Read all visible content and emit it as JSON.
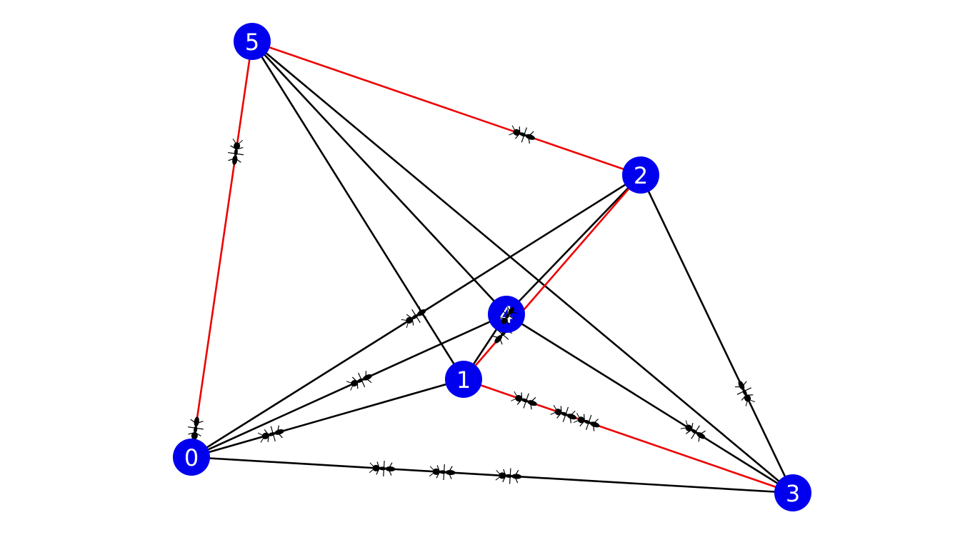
{
  "graph": {
    "nodes": [
      {
        "id": "0",
        "label": "0"
      },
      {
        "id": "1",
        "label": "1"
      },
      {
        "id": "2",
        "label": "2"
      },
      {
        "id": "3",
        "label": "3"
      },
      {
        "id": "4",
        "label": "4"
      },
      {
        "id": "5",
        "label": "5"
      }
    ],
    "edges": [
      {
        "from": "0",
        "to": "5",
        "highlighted": true
      },
      {
        "from": "5",
        "to": "2",
        "highlighted": true
      },
      {
        "from": "2",
        "to": "1",
        "highlighted": true
      },
      {
        "from": "1",
        "to": "3",
        "highlighted": true
      },
      {
        "from": "0",
        "to": "1",
        "highlighted": false
      },
      {
        "from": "0",
        "to": "2",
        "highlighted": false
      },
      {
        "from": "0",
        "to": "3",
        "highlighted": false
      },
      {
        "from": "0",
        "to": "4",
        "highlighted": false
      },
      {
        "from": "1",
        "to": "4",
        "highlighted": false
      },
      {
        "from": "1",
        "to": "5",
        "highlighted": false
      },
      {
        "from": "2",
        "to": "3",
        "highlighted": false
      },
      {
        "from": "2",
        "to": "4",
        "highlighted": false
      },
      {
        "from": "3",
        "to": "4",
        "highlighted": false
      },
      {
        "from": "3",
        "to": "5",
        "highlighted": false
      },
      {
        "from": "4",
        "to": "5",
        "highlighted": false
      }
    ],
    "colors": {
      "node_fill": "#0000ee",
      "node_label": "#ffffff",
      "edge_default": "#000000",
      "edge_highlight": "#ee0000",
      "ant": "#000000"
    },
    "ant_icon": "ant-icon"
  }
}
